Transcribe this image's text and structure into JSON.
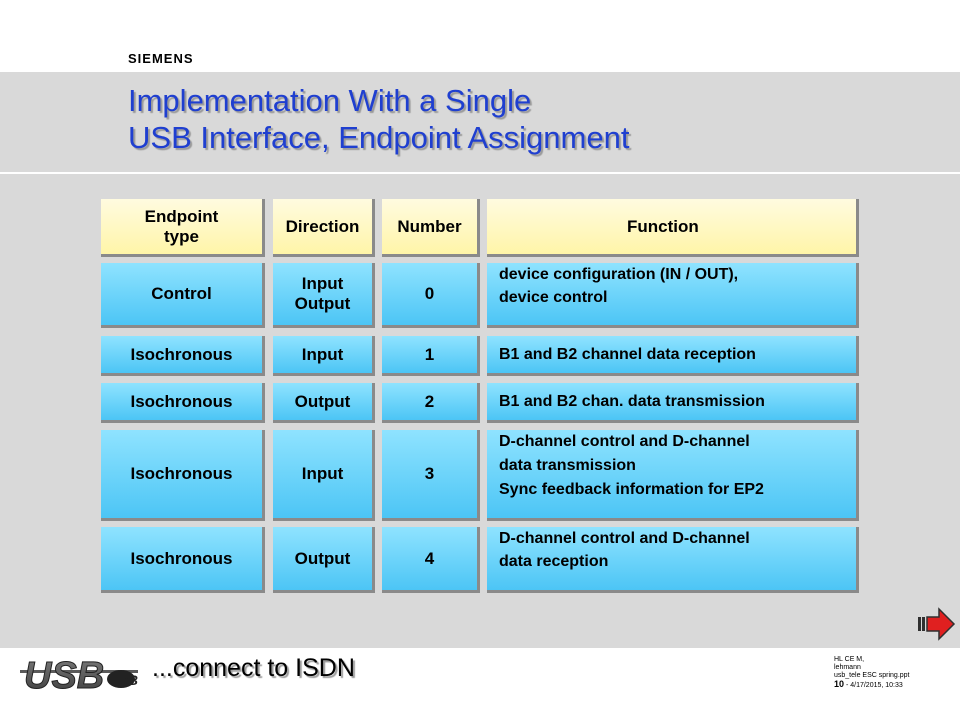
{
  "brand": "SIEMENS",
  "title": {
    "line1": "Implementation With a Single",
    "line2": "USB Interface, Endpoint Assignment"
  },
  "table": {
    "headers": {
      "type": [
        "Endpoint",
        "type"
      ],
      "direction": "Direction",
      "number": "Number",
      "function": "Function"
    },
    "rows": [
      {
        "type": "Control",
        "direction": [
          "Input",
          "Output"
        ],
        "number": "0",
        "function": [
          "device configuration (IN / OUT),",
          "device control"
        ]
      },
      {
        "type": "Isochronous",
        "direction": [
          "Input"
        ],
        "number": "1",
        "function": [
          "B1 and B2 channel data reception"
        ]
      },
      {
        "type": "Isochronous",
        "direction": [
          "Output"
        ],
        "number": "2",
        "function": [
          "B1 and B2 chan. data transmission"
        ]
      },
      {
        "type": "Isochronous",
        "direction": [
          "Input"
        ],
        "number": "3",
        "function": [
          "D-channel control and D-channel",
          "data transmission",
          "Sync feedback information for EP2"
        ]
      },
      {
        "type": "Isochronous",
        "direction": [
          "Output"
        ],
        "number": "4",
        "function": [
          "D-channel control and D-channel",
          "data reception"
        ]
      }
    ]
  },
  "logo": {
    "text": "USB",
    "suffix": "IB"
  },
  "tagline": "...connect to ISDN",
  "footer": {
    "line1": "HL CE M,",
    "line2": "lehmann",
    "line3": "usb_tele  ESC spring.ppt",
    "page": "10",
    "datetime": " - 4/17/2015,   10:33"
  },
  "icons": {
    "next": "next-arrow-icon"
  },
  "colors": {
    "title": "#1f3fd0",
    "header_cell": "#fff5a8",
    "body_cell": "#4cc5f5",
    "arrow": "#e02020"
  }
}
